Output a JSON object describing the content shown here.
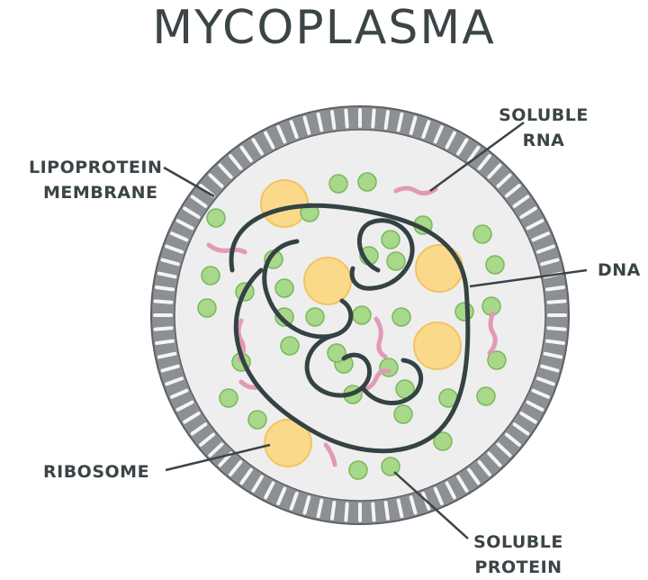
{
  "title": "MYCOPLASMA",
  "labels": {
    "soluble_rna": [
      "SOLUBLE",
      "RNA"
    ],
    "lipoprotein_membrane": [
      "LIPOPROTEIN",
      "MEMBRANE"
    ],
    "dna": "DNA",
    "ribosome": "RIBOSOME",
    "soluble_protein": [
      "SOLUBLE",
      "PROTEIN"
    ]
  },
  "colors": {
    "membrane": "#8c8f93",
    "membrane_outline": "#5d6165",
    "cytoplasm": "#eeeeee",
    "dna": "#354244",
    "ribosome_fill": "#fbd98a",
    "ribosome_stroke": "#f1c463",
    "protein_fill": "#a8d889",
    "protein_stroke": "#79b85c",
    "rna": "#e19ab7",
    "text": "#3b4446"
  }
}
